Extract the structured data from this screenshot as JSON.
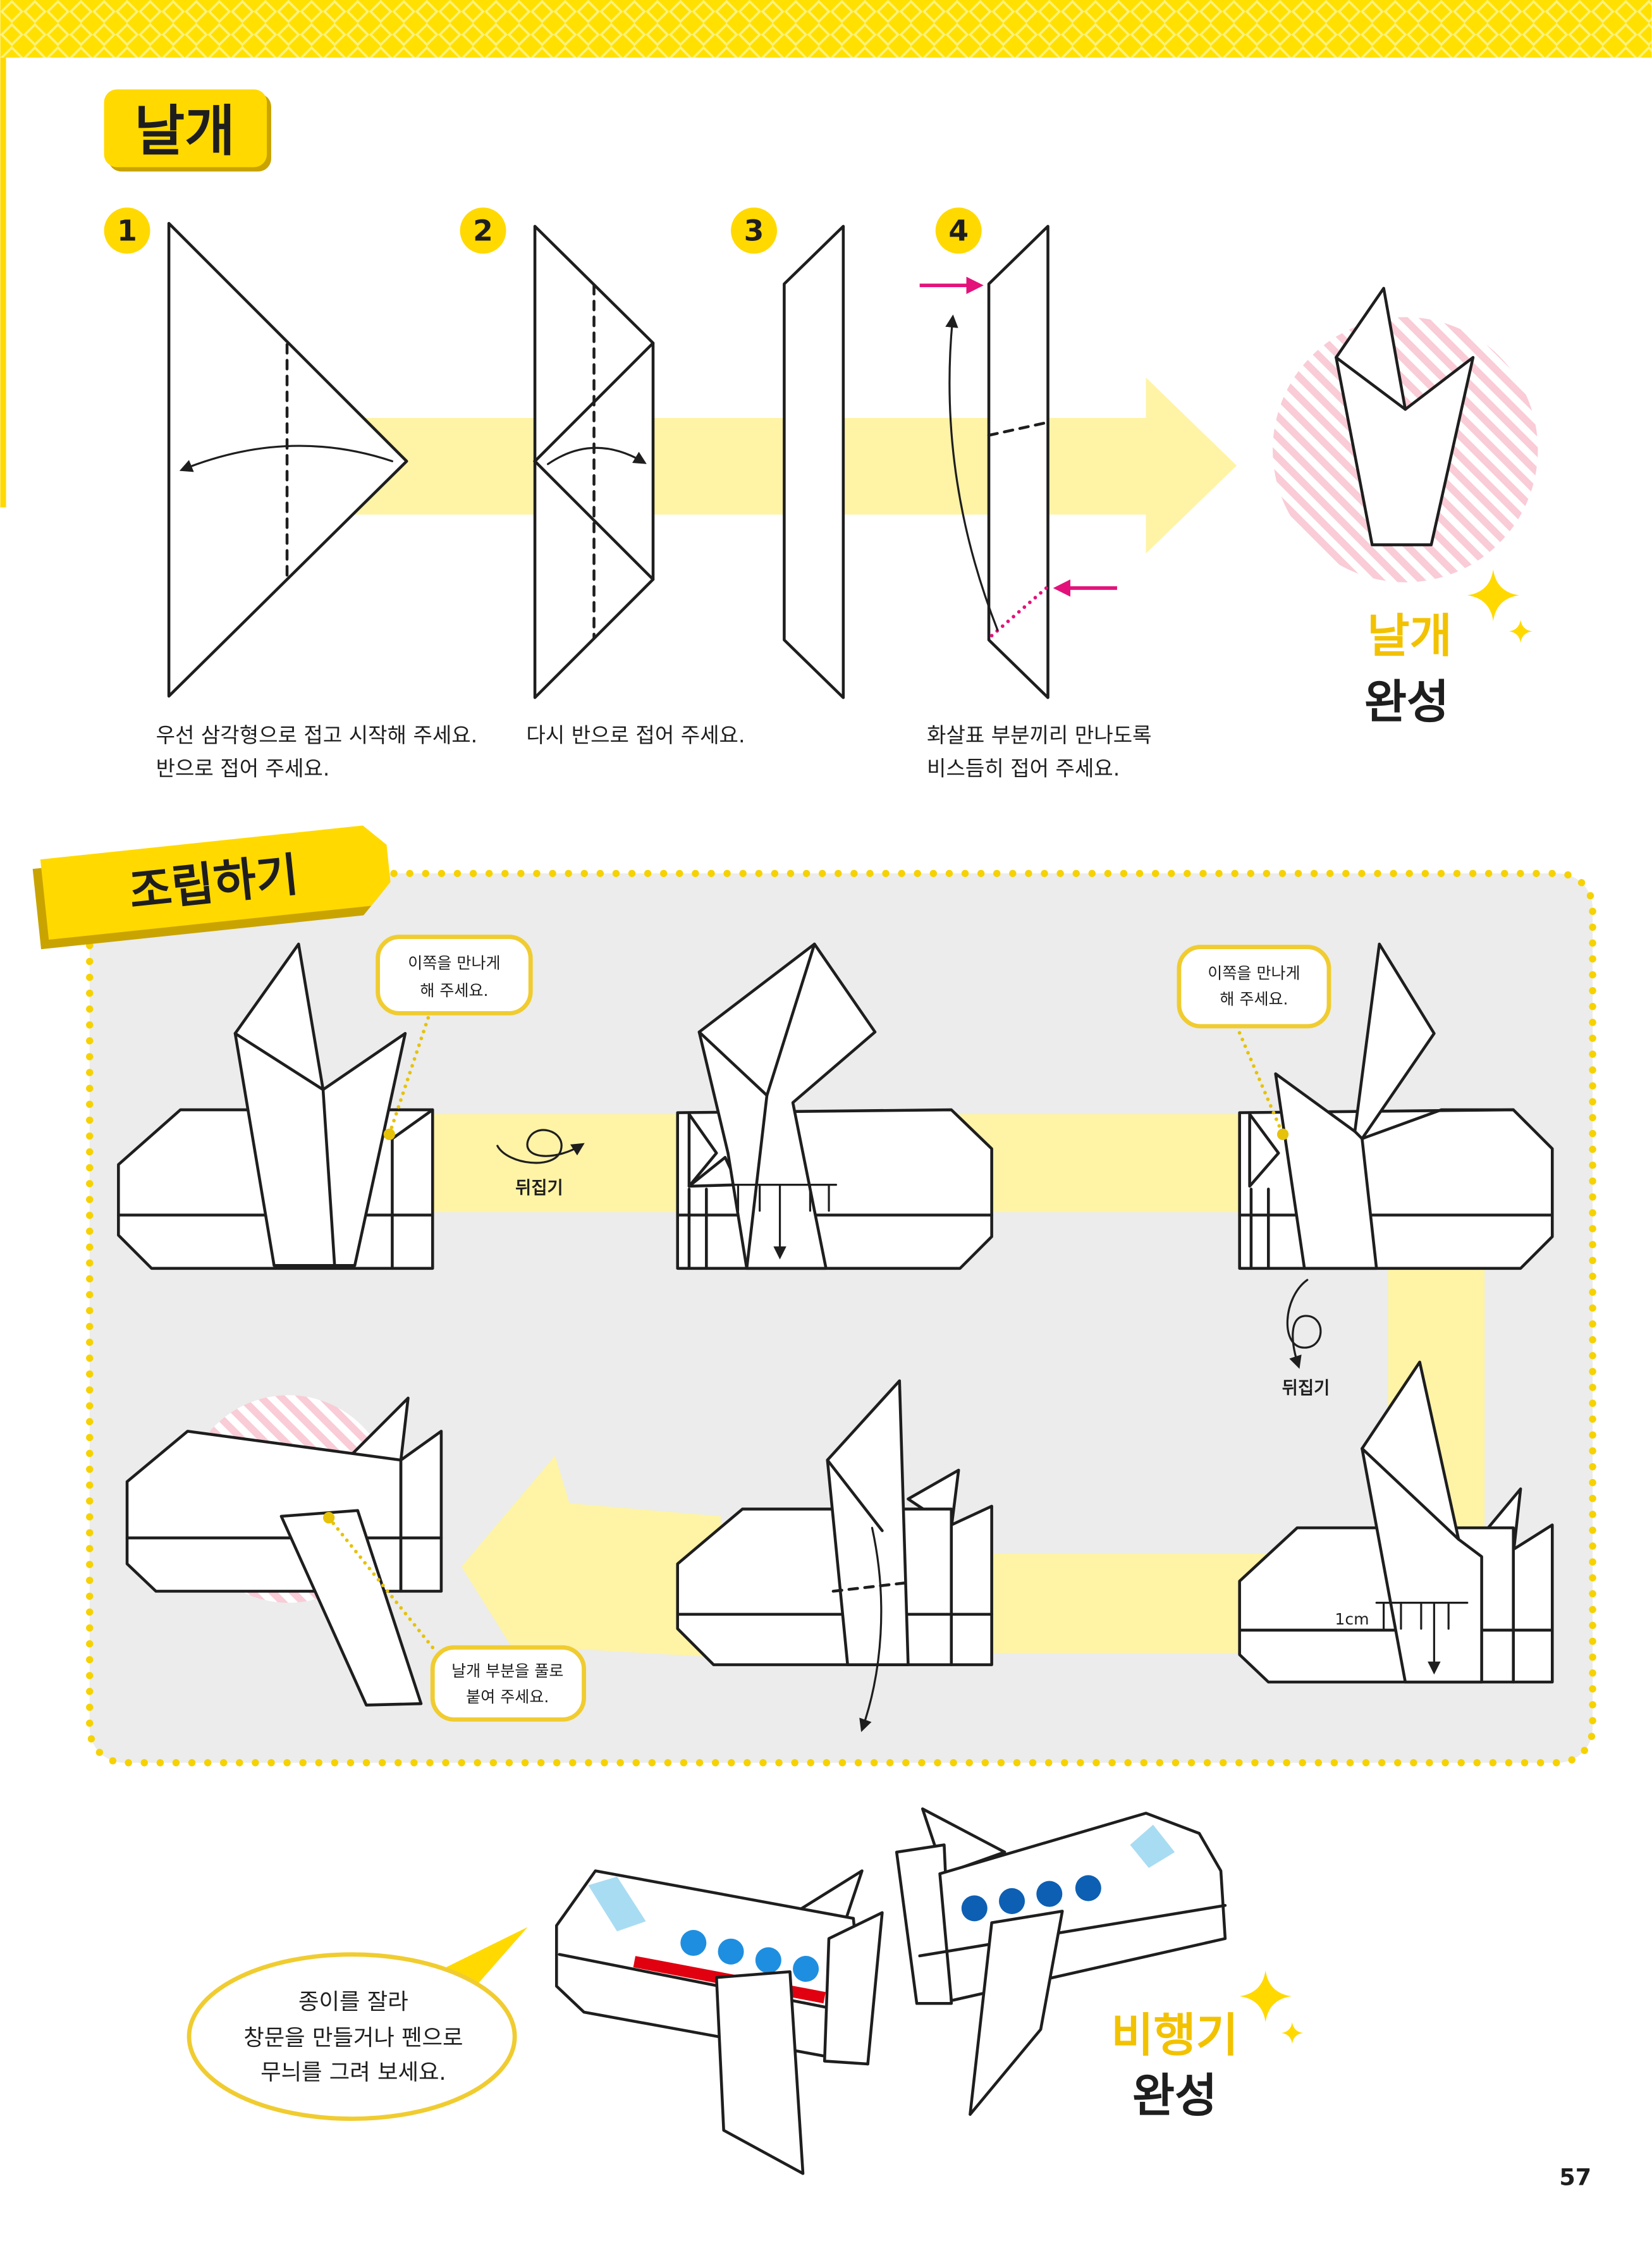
{
  "page": {
    "number": "57"
  },
  "colors": {
    "brand_yellow": "#ffd900",
    "pale_band": "#fff3a6",
    "panel_gray": "#ebeceb",
    "pink_arrow": "#e3127a",
    "window_blue": "#1e8fe0",
    "window_navy": "#0d5fb3",
    "stripe_red": "#e00010",
    "window_light": "#a8dcf2",
    "done_yellow": "#f2c200"
  },
  "icons": {
    "step_badge": "step-number-badge",
    "fold_arrow": "curved-fold-arrow-icon",
    "meet_arrow": "pink-arrow-icon",
    "flip": "flip-over-icon",
    "sparkle": "sparkle-icon"
  },
  "wing_section": {
    "title": "날개",
    "steps": [
      {
        "number": "1",
        "caption": [
          "우선 삼각형으로 접고 시작해 주세요.",
          "반으로 접어 주세요."
        ]
      },
      {
        "number": "2",
        "caption": [
          "다시 반으로 접어 주세요."
        ]
      },
      {
        "number": "3"
      },
      {
        "number": "4",
        "caption": [
          "화살표 부분끼리 만나도록",
          "비스듬히 접어 주세요."
        ]
      }
    ],
    "result": {
      "line1": "날개",
      "line2": "완성"
    }
  },
  "assembly_section": {
    "title": "조립하기",
    "callouts": [
      {
        "lines": [
          "이쪽을 만나게",
          "해 주세요."
        ]
      },
      {
        "lines": [
          "이쪽을 만나게",
          "해 주세요."
        ]
      },
      {
        "lines": [
          "날개 부분을 풀로",
          "붙여 주세요."
        ]
      }
    ],
    "flip_labels": [
      "뒤집기",
      "뒤집기"
    ],
    "measurement": "1cm"
  },
  "finish_section": {
    "tip_lines": [
      "종이를 잘라",
      "창문을 만들거나 펜으로",
      "무늬를 그려 보세요."
    ],
    "result": {
      "line1": "비행기",
      "line2": "완성"
    }
  }
}
